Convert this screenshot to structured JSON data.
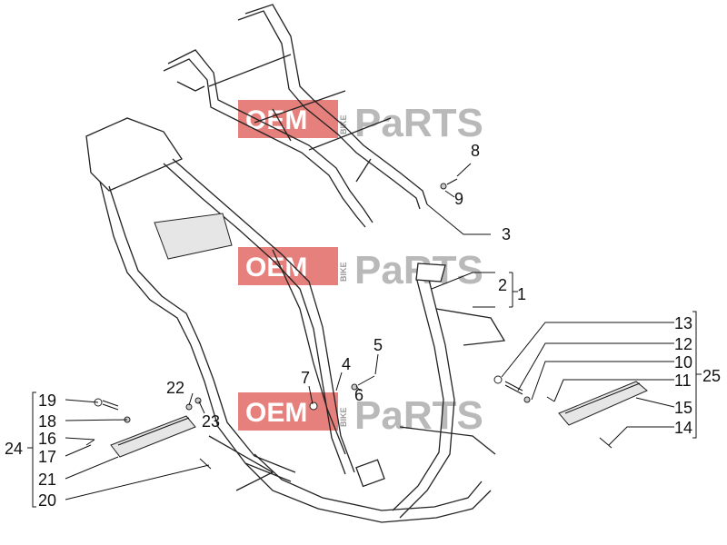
{
  "diagram": {
    "watermark": {
      "oem": "OEM",
      "bike": "BIKE",
      "parts": "PaRTS"
    },
    "callouts": {
      "c1": "1",
      "c2": "2",
      "c3": "3",
      "c4": "4",
      "c5": "5",
      "c6": "6",
      "c7": "7",
      "c8": "8",
      "c9": "9",
      "c10": "10",
      "c11": "11",
      "c12": "12",
      "c13": "13",
      "c14": "14",
      "c15": "15",
      "c16": "16",
      "c17": "17",
      "c18": "18",
      "c19": "19",
      "c20": "20",
      "c21": "21",
      "c22": "22",
      "c23": "23",
      "c24": "24",
      "c25": "25"
    },
    "colors": {
      "watermark_red": "#d9534f",
      "watermark_grey": "#b9b9b9",
      "line": "#111111"
    }
  }
}
